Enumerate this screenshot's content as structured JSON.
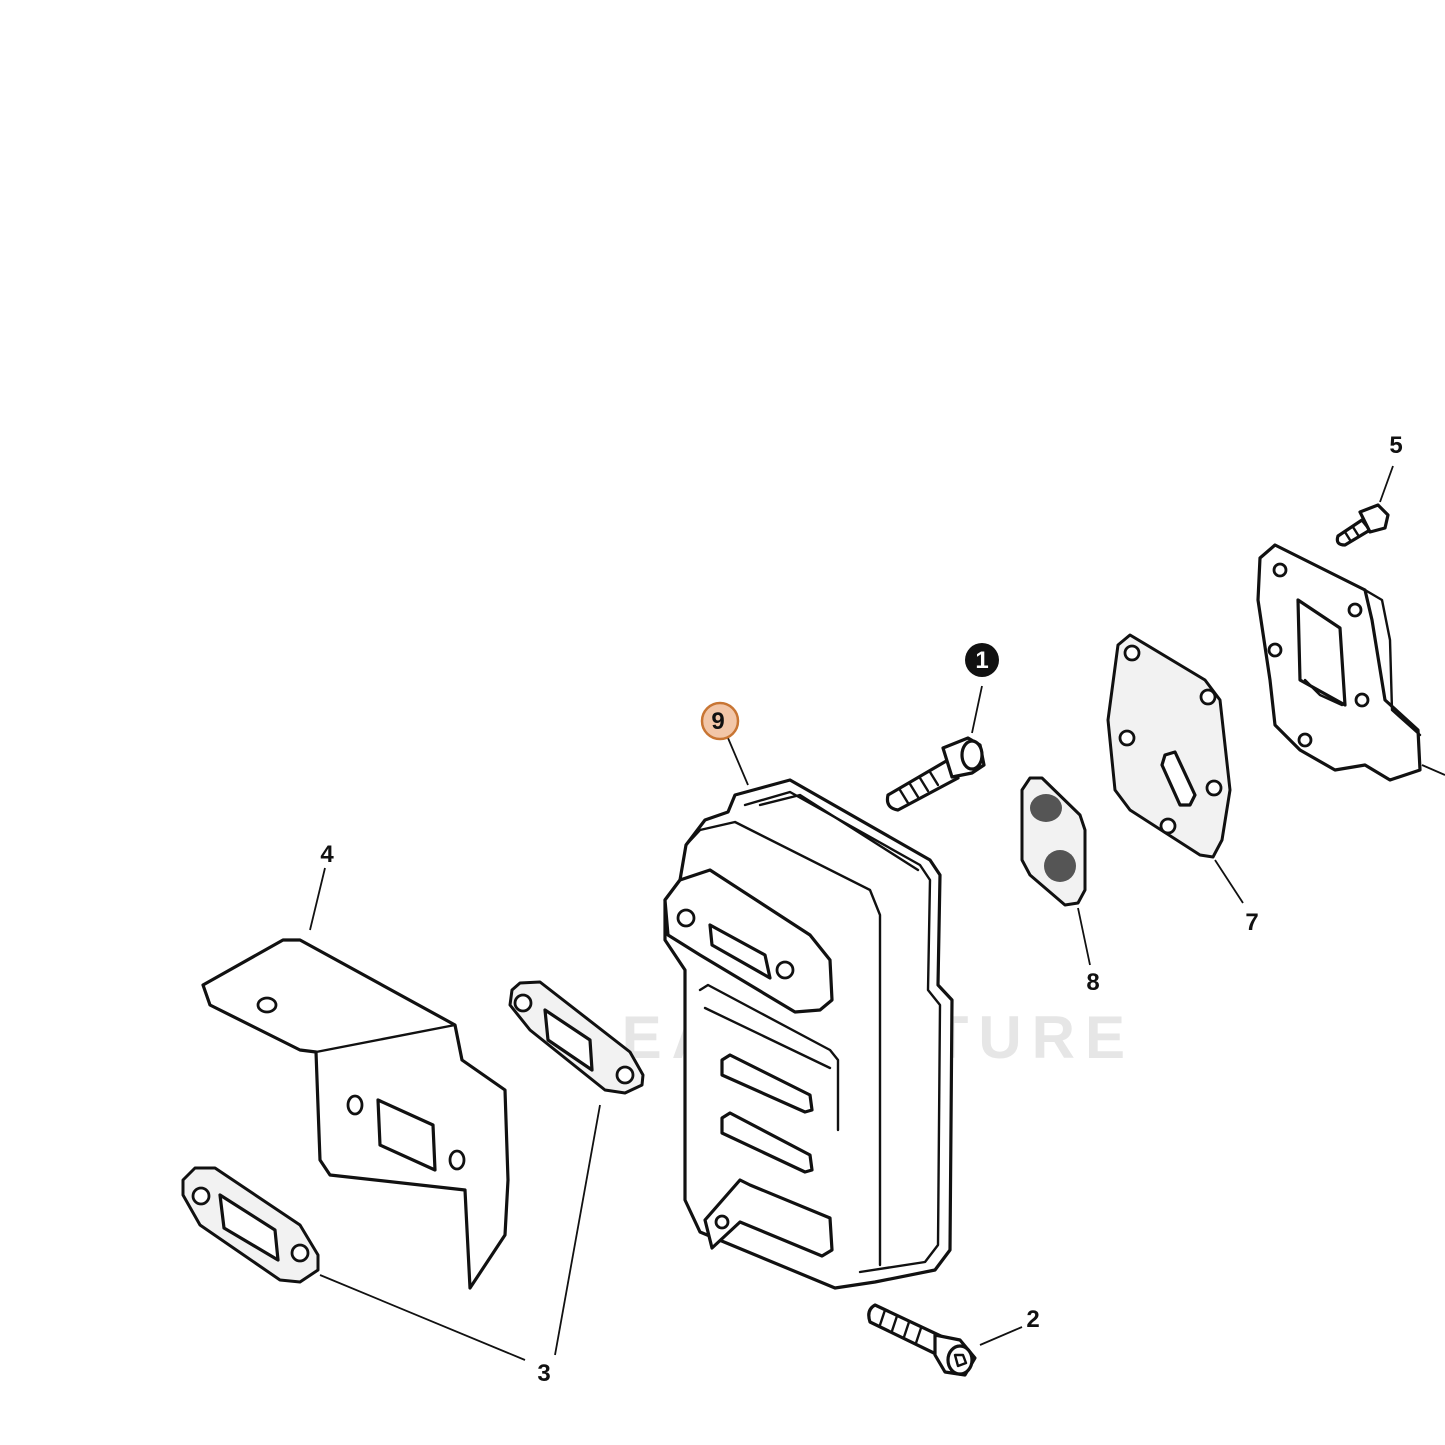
{
  "watermark": "LEADVENTURE",
  "colors": {
    "line": "#111111",
    "highlight_fill": "#f2c6a8",
    "highlight_stroke": "#c87533",
    "callout_1_fill": "#111111"
  },
  "callouts": {
    "c1": "1",
    "c2": "2",
    "c3": "3",
    "c4": "4",
    "c5": "5",
    "c7": "7",
    "c8": "8",
    "c9": "9"
  },
  "highlighted_callout": "9"
}
